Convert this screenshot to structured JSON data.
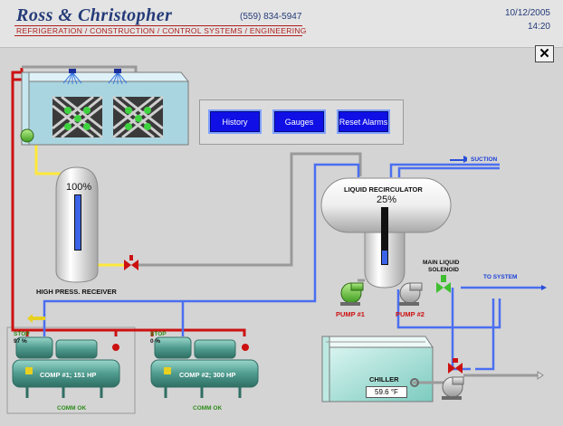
{
  "header": {
    "company": "Ross & Christopher",
    "phone": "(559) 834-5947",
    "tagline": "REFRIGERATION / CONSTRUCTION / CONTROL SYSTEMS / ENGINEERING",
    "date": "10/12/2005",
    "time": "14:20"
  },
  "toolbar": {
    "history_label": "History",
    "gauges_label": "Gauges",
    "reset_label": "Reset Alarms",
    "close_symbol": "✕"
  },
  "receiver": {
    "label": "HIGH PRESS. RECEIVER",
    "level_text": "100%",
    "level": 1.0
  },
  "recirculator": {
    "label": "LIQUID RECIRCULATOR",
    "level_text": "25%",
    "level": 0.25
  },
  "pumps": [
    {
      "label": "PUMP #1",
      "state": "running"
    },
    {
      "label": "PUMP #2",
      "state": "stopped"
    }
  ],
  "solenoid": {
    "label_line1": "MAIN LIQUID",
    "label_line2": "SOLENOID"
  },
  "lines": {
    "suction": "SUCTION",
    "to_system": "TO SYSTEM"
  },
  "compressors": [
    {
      "name": "COMP #1; 151 HP",
      "status": "STOP",
      "load": "97 %",
      "comm": "COMM OK"
    },
    {
      "name": "COMP #2; 300 HP",
      "status": "STOP",
      "load": "0 %",
      "comm": "COMM OK"
    }
  ],
  "chiller": {
    "label": "CHILLER",
    "temp": "59.6",
    "unit": "°F"
  },
  "colors": {
    "button": "#1010e6",
    "hot_gas": "#cc1111",
    "liquid": "#ffe83a",
    "suction": "#3b63e8",
    "pipe_gray": "#9a9a9a",
    "equipment": "#5aa89a"
  }
}
